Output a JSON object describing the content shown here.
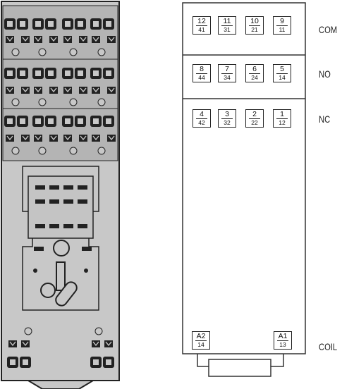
{
  "rows": [
    {
      "label": "COM",
      "terminals": [
        {
          "top": "12",
          "bottom": "41"
        },
        {
          "top": "11",
          "bottom": "31"
        },
        {
          "top": "10",
          "bottom": "21"
        },
        {
          "top": "9",
          "bottom": "11"
        }
      ]
    },
    {
      "label": "NO",
      "terminals": [
        {
          "top": "8",
          "bottom": "44"
        },
        {
          "top": "7",
          "bottom": "34"
        },
        {
          "top": "6",
          "bottom": "24"
        },
        {
          "top": "5",
          "bottom": "14"
        }
      ]
    },
    {
      "label": "NC",
      "terminals": [
        {
          "top": "4",
          "bottom": "42"
        },
        {
          "top": "3",
          "bottom": "32"
        },
        {
          "top": "2",
          "bottom": "22"
        },
        {
          "top": "1",
          "bottom": "12"
        }
      ]
    }
  ],
  "coil": {
    "label": "COIL",
    "terminals": [
      {
        "top": "A2",
        "bottom": "14"
      },
      {
        "top": "A1",
        "bottom": "13"
      }
    ]
  },
  "colors": {
    "socket_fill": "#c8c8c8",
    "outline": "#222222",
    "background": "#ffffff"
  }
}
